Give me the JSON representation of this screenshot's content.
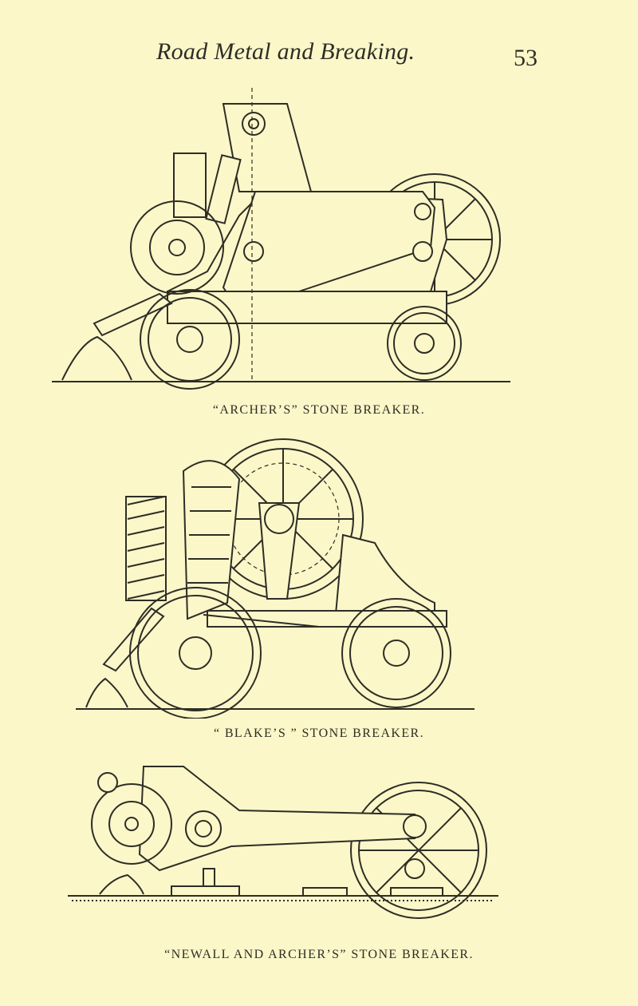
{
  "header": {
    "running_title": "Road Metal and Breaking.",
    "page_number": "53"
  },
  "figures": [
    {
      "caption": "“ARCHER’S” STONE BREAKER."
    },
    {
      "caption": "“ BLAKE’S ” STONE BREAKER."
    },
    {
      "caption": "“NEWALL AND ARCHER’S” STONE BREAKER."
    }
  ]
}
